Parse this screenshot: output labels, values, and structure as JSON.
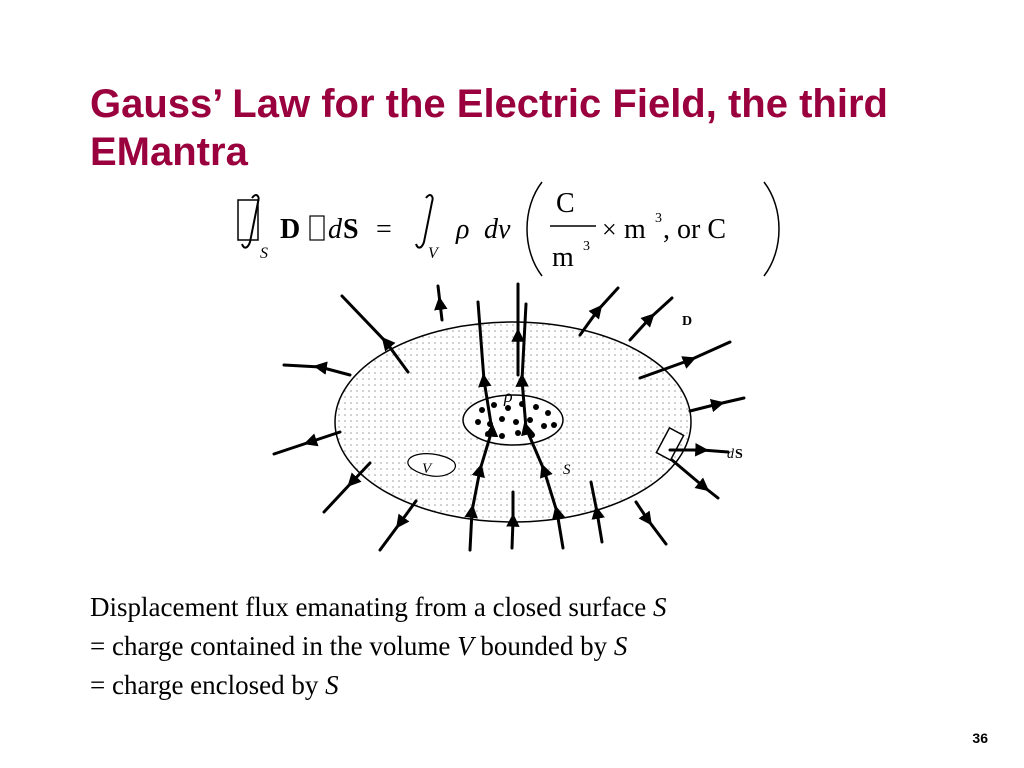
{
  "slide": {
    "title": "Gauss’ Law for the Electric Field, the third EMantra",
    "page_number": "36",
    "colors": {
      "title": "#99003d",
      "text": "#000000",
      "dots": "#999999"
    }
  },
  "equation": {
    "surface_sub": "S",
    "vector_D": "D",
    "diff_d": "d",
    "vector_S": "S",
    "equals": "=",
    "volume_sub": "V",
    "rho": "ρ",
    "dv": "dv",
    "unit_num": "C",
    "unit_den": "m",
    "times": "×",
    "unit_m": "m",
    "exp": "3",
    "or_text": ", or C"
  },
  "diagram": {
    "label_D": "D",
    "label_rho": "ρ",
    "label_V": "V",
    "label_S": "S",
    "label_dS_d": "d",
    "label_dS_S": "S"
  },
  "text": {
    "line1_pre": "Displacement flux emanating from a closed surface ",
    "line1_var": "S",
    "line2_pre": "= charge contained in the volume ",
    "line2_var": "V",
    "line2_mid": " bounded by ",
    "line2_var2": "S",
    "line3_pre": "= charge enclosed by ",
    "line3_var": "S"
  }
}
